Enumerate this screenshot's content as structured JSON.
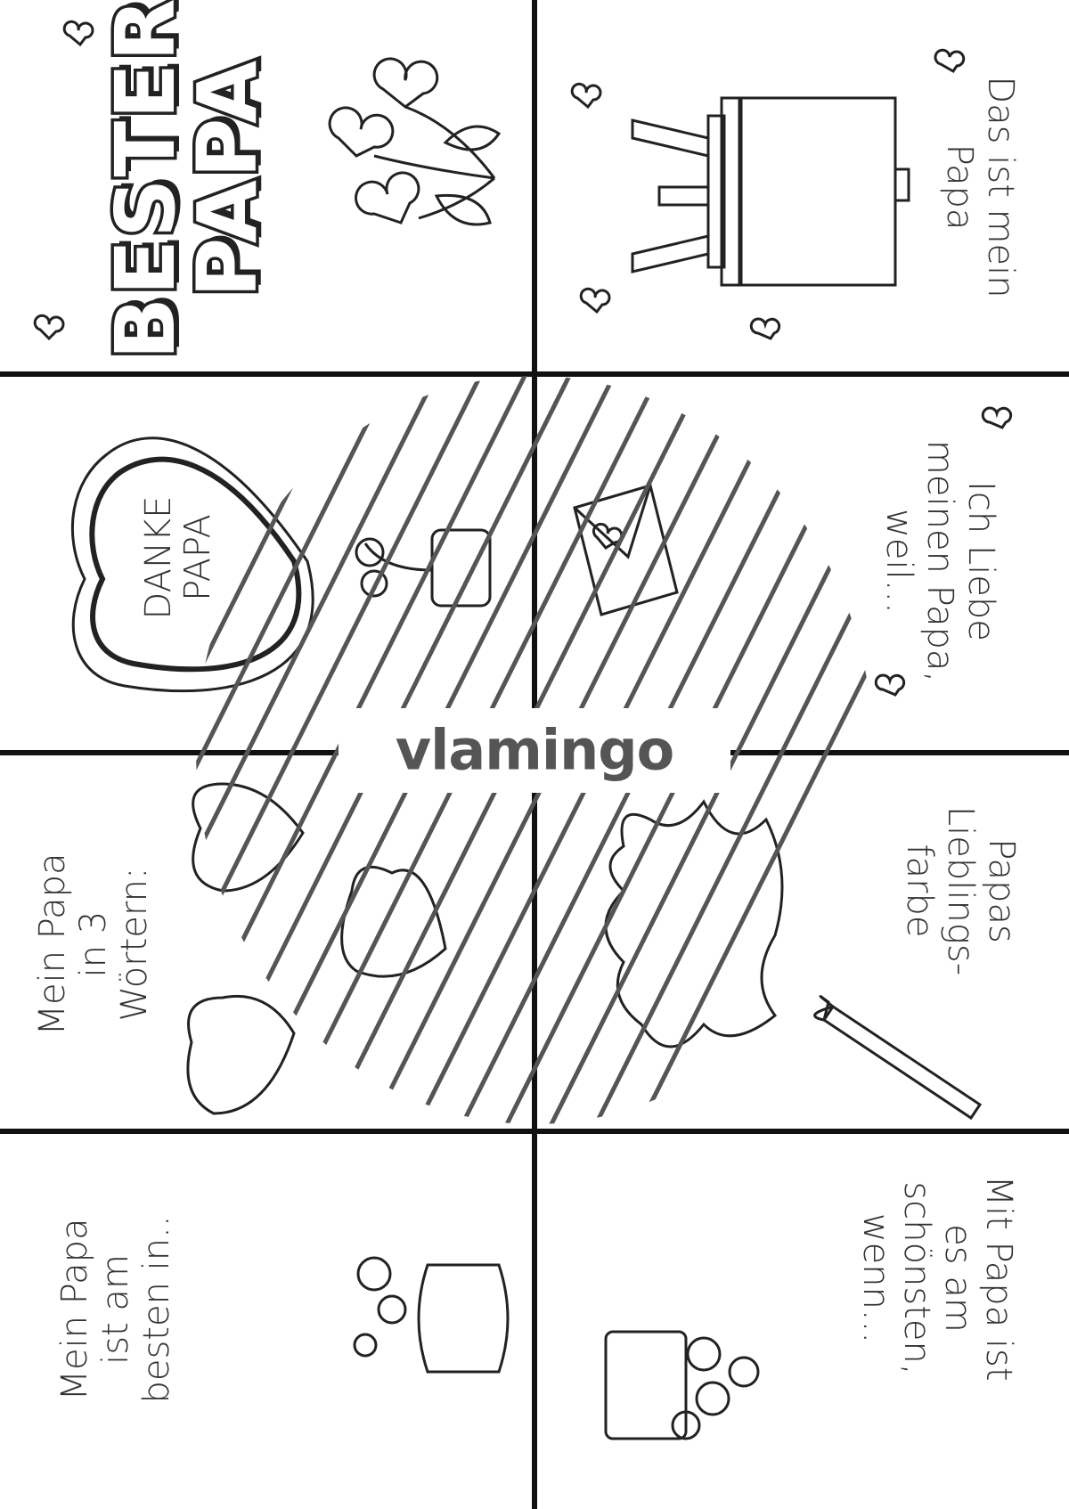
{
  "title": {
    "line1": "BESTER",
    "line2": "PAPA"
  },
  "watermark": "vlamingo",
  "heart_text": {
    "line1": "DANKE",
    "line2": "PAPA"
  },
  "panels": {
    "p2": {
      "lines": [
        "Das ist mein",
        "Papa"
      ]
    },
    "p4": {
      "lines": [
        "Ich Liebe",
        "meinen Papa,",
        "weil..."
      ]
    },
    "p5": {
      "lines": [
        "Mein Papa",
        "in 3",
        "Wörtern:"
      ]
    },
    "p6": {
      "lines": [
        "Papas",
        "Lieblings-",
        "farbe"
      ]
    },
    "p7": {
      "lines": [
        "Mein Papa",
        "ist am",
        "besten in.."
      ]
    },
    "p8": {
      "lines": [
        "Mit Papa ist",
        "es am",
        "schönsten,",
        "wenn..."
      ]
    }
  },
  "colors": {
    "ink": "#1a1a1a",
    "paper": "#ffffff",
    "watermark": "#555555"
  }
}
